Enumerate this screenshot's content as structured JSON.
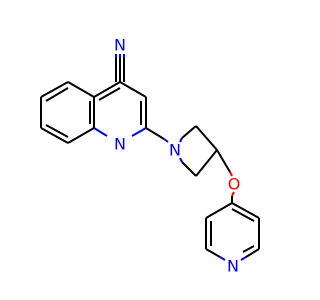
{
  "molecule": {
    "atoms": [
      {
        "symbol": "N",
        "color": "#0000ff",
        "name": "nitrile-nitrogen"
      },
      {
        "symbol": "N",
        "color": "#0000ff",
        "name": "quinoline-nitrogen"
      },
      {
        "symbol": "N",
        "color": "#0000ff",
        "name": "azetidine-nitrogen"
      },
      {
        "symbol": "O",
        "color": "#ff0000",
        "name": "ether-oxygen"
      },
      {
        "symbol": "N",
        "color": "#0000ff",
        "name": "pyridine-nitrogen"
      }
    ],
    "bond_color": "#000000"
  }
}
